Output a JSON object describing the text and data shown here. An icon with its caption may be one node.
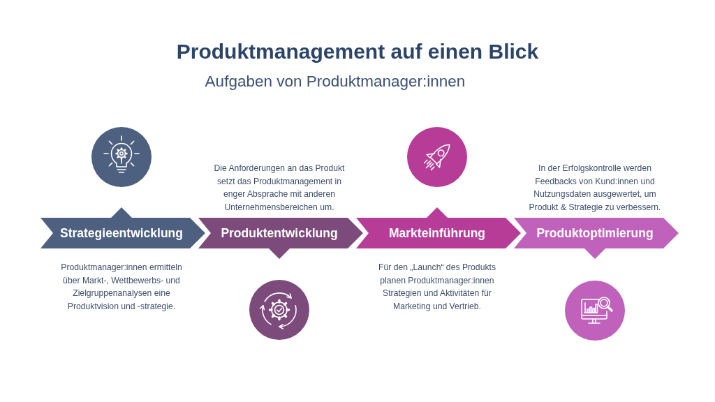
{
  "diagram": {
    "title": "Produktmanagement auf einen Blick",
    "nodes": [
      {
        "text": [
          "Strategieentwicklung"
        ],
        "beside": [
          "Produktmanager:innen ermitteln über Markt-, Wettbewerbs- und Zielgruppenanalysen eine Produktvision und -strategie."
        ]
      },
      {
        "text": [
          "Produktentwicklung"
        ],
        "beside": [
          "Die Anforderungen an das Produkt setzt das Produktmanagement in enger Absprache mit anderen Unternehmensbereichen um."
        ]
      },
      {
        "text": [
          "Markteinführung"
        ],
        "beside": [
          "Für den „Launch“ des Produkts planen Produktmanager:innen Strategien und Aktivitäten für Marketing und Vertrieb."
        ]
      },
      {
        "text": [
          "Produktoptimierung"
        ],
        "beside": [
          "In der Erfolgskontrolle werden Feedbacks von Kund:innen und Nutzungsdaten ausgewertet, um Produkt & Strategie zu verbessern."
        ]
      }
    ],
    "labels": [
      "Aufgaben von Produktmanager:innen"
    ]
  }
}
